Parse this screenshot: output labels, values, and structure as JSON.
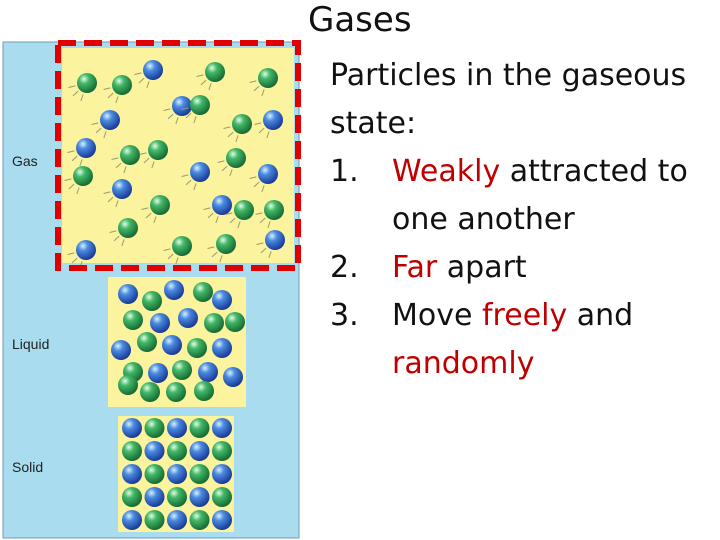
{
  "title": "Gases",
  "diagram": {
    "gas_label": "Gas",
    "liquid_label": "Liquid",
    "solid_label": "Solid"
  },
  "colors": {
    "panel": "#a8dcee",
    "box": "#fbf39e",
    "highlight": "#e00000",
    "blue_particle": "#2a55b8",
    "green_particle": "#2f9a4a",
    "red_text": "#c00000"
  },
  "intro": {
    "line1": "Particles in the gaseous",
    "line2": "state:"
  },
  "items": [
    {
      "number": "1.",
      "keyword": "Weakly",
      "rest": " attracted to",
      "continuation": "one another"
    },
    {
      "number": "2.",
      "keyword": "Far",
      "rest": " apart"
    },
    {
      "number": "3.",
      "pre": "Move ",
      "keyword": "freely",
      "post": " and",
      "continuation_red": "randomly"
    }
  ]
}
